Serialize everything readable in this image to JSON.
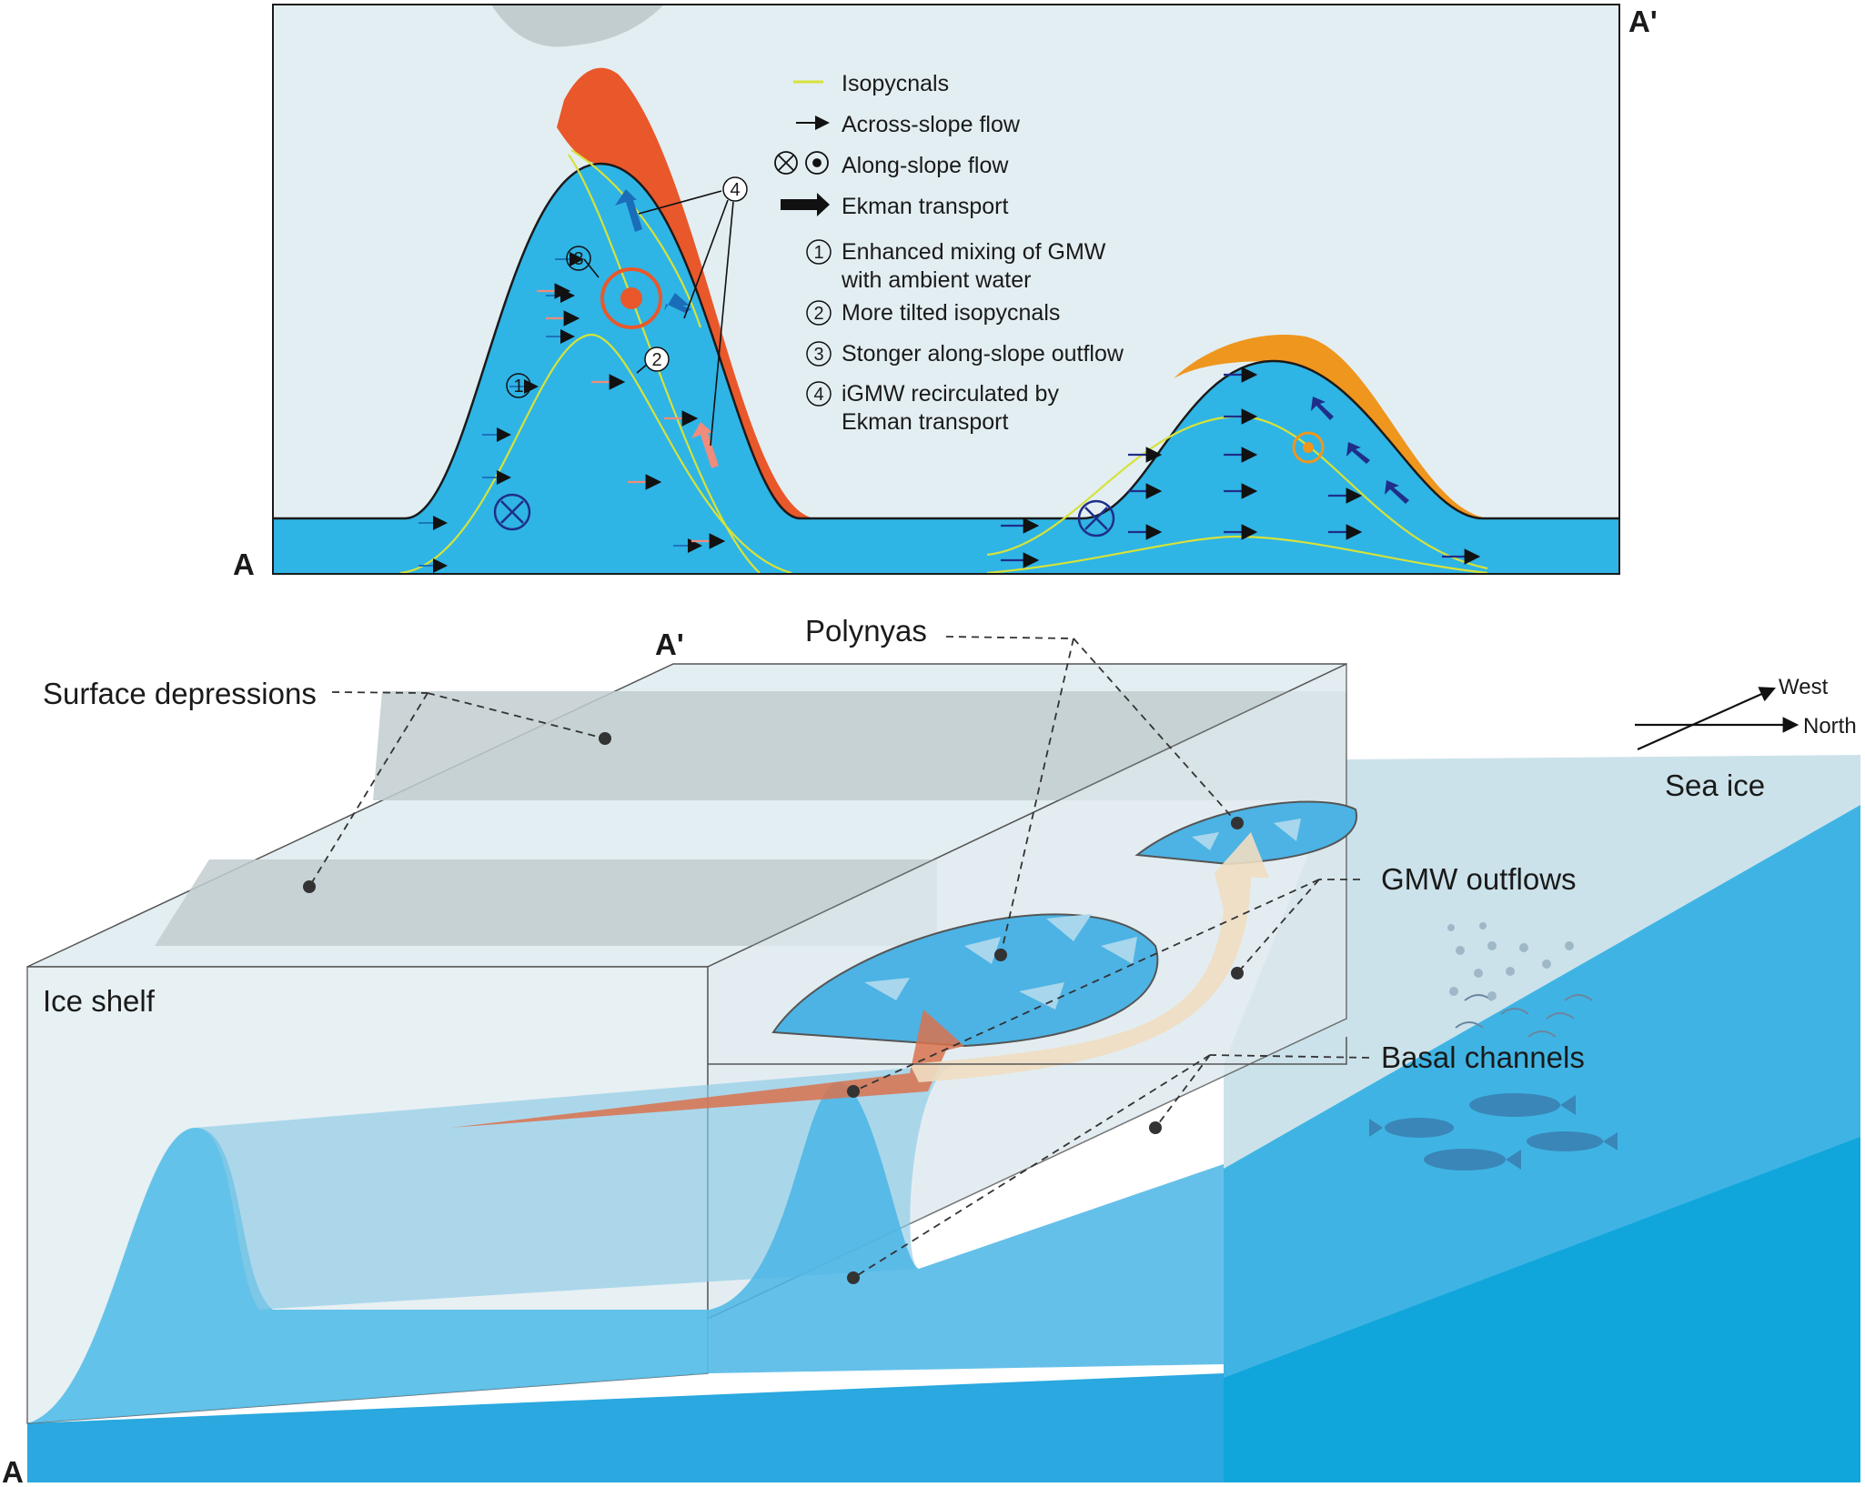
{
  "section_labels": {
    "top_left": "A",
    "top_right": "A'",
    "bottom_left": "A",
    "bottom_top": "A'"
  },
  "legend": {
    "isopycnals": "Isopycnals",
    "across_slope": "Across-slope flow",
    "along_slope": "Along-slope flow",
    "ekman": "Ekman transport",
    "items": [
      {
        "num": "1",
        "line1": "Enhanced mixing of GMW",
        "line2": "with ambient water"
      },
      {
        "num": "2",
        "line1": "More tilted isopycnals",
        "line2": ""
      },
      {
        "num": "3",
        "line1": "Stonger along-slope outflow",
        "line2": ""
      },
      {
        "num": "4",
        "line1": "iGMW recirculated by",
        "line2": "Ekman transport"
      }
    ]
  },
  "markers": {
    "m1": "1",
    "m2": "2",
    "m3": "3",
    "m4": "4"
  },
  "labels": {
    "surface_depressions": "Surface depressions",
    "polynyas": "Polynyas",
    "ice_shelf": "Ice shelf",
    "sea_ice": "Sea ice",
    "gmw_outflows": "GMW outflows",
    "basal_channels": "Basal channels"
  },
  "compass": {
    "west": "West",
    "north": "North"
  },
  "colors": {
    "ocean": "#2fb4e6",
    "ice": "#e3eef2",
    "depression": "#c2cdd0",
    "strong_outflow": "#e9582a",
    "weak_outflow": "#ef961e",
    "isopycnal": "#d6e23a",
    "arrow_navy": "#1f2e8a"
  }
}
